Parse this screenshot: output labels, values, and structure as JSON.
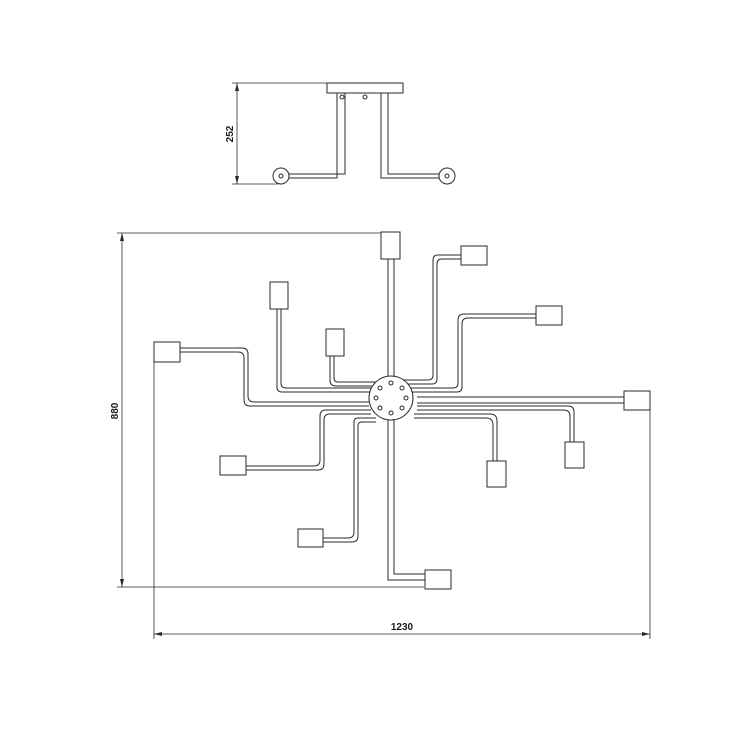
{
  "dimensions": {
    "height_side": "252",
    "height_top": "880",
    "width": "1230"
  },
  "colors": {
    "line": "#2a2a2a",
    "background": "#ffffff"
  }
}
